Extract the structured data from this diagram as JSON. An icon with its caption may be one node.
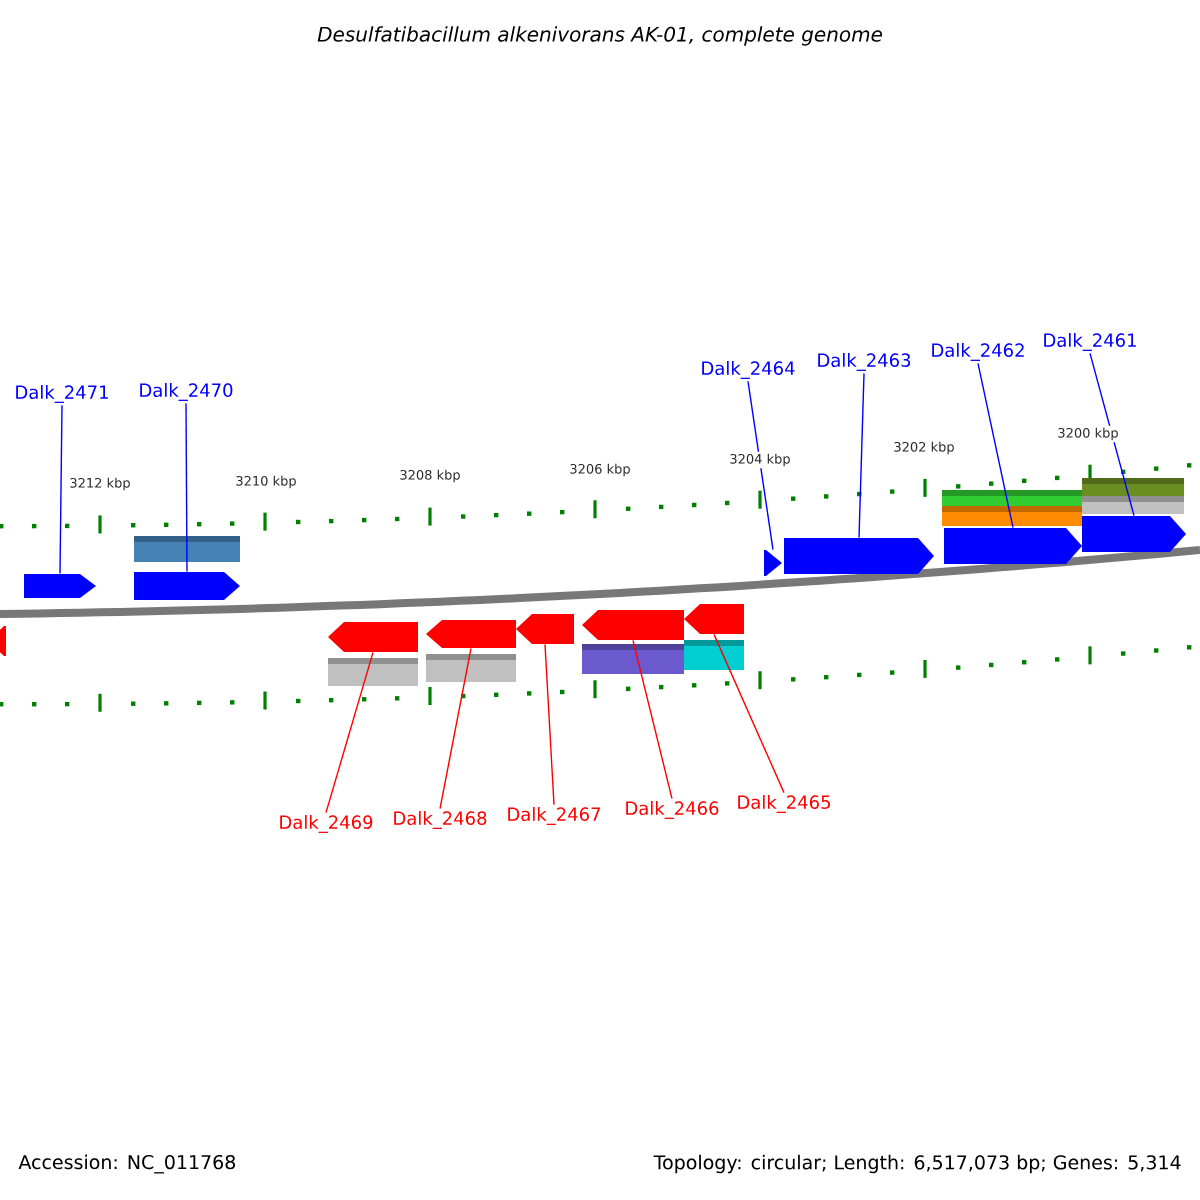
{
  "diagram": {
    "title": "Desulfatibacillum alkenivorans AK-01, complete genome",
    "nodes": [
      {
        "text": [
          "Dalk_2471"
        ]
      },
      {
        "text": [
          "Dalk_2470"
        ]
      },
      {
        "text": [
          "Dalk_2464"
        ]
      },
      {
        "text": [
          "Dalk_2463"
        ]
      },
      {
        "text": [
          "Dalk_2462"
        ]
      },
      {
        "text": [
          "Dalk_2461"
        ]
      },
      {
        "text": [],
        "shape": "pentagon"
      },
      {
        "text": [],
        "shape": "pentagon"
      },
      {
        "text": [],
        "shape": "pentagon"
      },
      {
        "text": [],
        "shape": "pentagon"
      },
      {
        "text": [],
        "shape": "pentagon"
      },
      {
        "text": [],
        "shape": "pentagon"
      },
      {
        "text": [],
        "shape": "pentagon"
      },
      {
        "text": [],
        "shape": "pentagon"
      },
      {
        "text": [],
        "shape": "pentagon"
      },
      {
        "text": [],
        "shape": "pentagon"
      },
      {
        "text": [],
        "shape": "pentagon"
      },
      {
        "text": [],
        "shape": "pentagon"
      },
      {
        "text": [
          "Dalk_2469"
        ]
      },
      {
        "text": [
          "Dalk_2468"
        ]
      },
      {
        "text": [
          "Dalk_2467"
        ]
      },
      {
        "text": [
          "Dalk_2466"
        ]
      },
      {
        "text": [
          "Dalk_2465"
        ]
      }
    ],
    "edges": [
      {
        "from": 0,
        "to": 6,
        "arrow": "none",
        "color": "#0000ff"
      },
      {
        "from": 1,
        "to": 7,
        "arrow": "none",
        "color": "#0000ff"
      },
      {
        "from": 2,
        "to": 8,
        "arrow": "none",
        "color": "#0000ff"
      },
      {
        "from": 3,
        "to": 9,
        "arrow": "none",
        "color": "#0000ff"
      },
      {
        "from": 4,
        "to": 10,
        "arrow": "none",
        "color": "#0000ff"
      },
      {
        "from": 5,
        "to": 11,
        "arrow": "none",
        "color": "#0000ff"
      },
      {
        "from": 18,
        "to": 13,
        "arrow": "none",
        "color": "#ff0000"
      },
      {
        "from": 19,
        "to": 14,
        "arrow": "none",
        "color": "#ff0000"
      },
      {
        "from": 20,
        "to": 15,
        "arrow": "none",
        "color": "#ff0000"
      },
      {
        "from": 21,
        "to": 16,
        "arrow": "none",
        "color": "#ff0000"
      },
      {
        "from": 22,
        "to": 17,
        "arrow": "none",
        "color": "#ff0000"
      }
    ],
    "labels": [
      "3212 kbp",
      "3210 kbp",
      "3208 kbp",
      "3206 kbp",
      "3204 kbp",
      "3202 kbp",
      "3200 kbp",
      "Accession: NC_011768",
      "Topology: circular; Length: 6,517,073 bp; Genes: 5,314"
    ]
  }
}
